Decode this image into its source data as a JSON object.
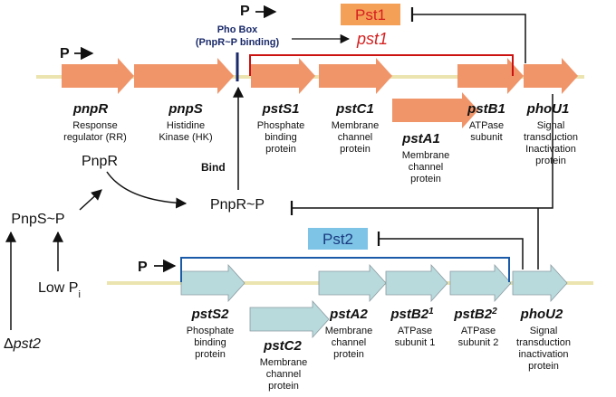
{
  "colors": {
    "operon1_arrow": "#f0956a",
    "operon2_arrow": "#b8dadd",
    "pst1_label_bg": "#f4a057",
    "pst2_label_bg": "#7ec4e6",
    "pst1_text": "#d62020",
    "operon1_span": "#cc1111",
    "operon2_span": "#1a5aa8",
    "phobox_line": "#1a2a6a",
    "phobox_text": "#1a2a6a",
    "dna_line": "#ece4b0"
  },
  "top_operon": {
    "promoter_left": "P",
    "promoter_pst1": "P",
    "pho_box_line1": "Pho Box",
    "pho_box_line2": "(PnpR~P binding)",
    "pst1_label": "Pst1",
    "pst1_italic": "pst1",
    "genes": [
      {
        "name": "pnpR",
        "desc": [
          "Response",
          "regulator (RR)"
        ]
      },
      {
        "name": "pnpS",
        "desc": [
          "Histidine",
          "Kinase (HK)"
        ]
      },
      {
        "name": "pstS1",
        "desc": [
          "Phosphate",
          "binding",
          "protein"
        ]
      },
      {
        "name": "pstC1",
        "desc": [
          "Membrane",
          "channel",
          "protein"
        ]
      },
      {
        "name": "pstA1",
        "desc": [
          "Membrane",
          "channel",
          "protein"
        ]
      },
      {
        "name": "pstB1",
        "desc": [
          "ATPase",
          "subunit"
        ]
      },
      {
        "name": "phoU1",
        "desc": [
          "Signal",
          "transduction",
          "Inactivation",
          "protein"
        ]
      }
    ]
  },
  "regulation": {
    "pnpr": "PnpR",
    "bind": "Bind",
    "pnpr_p": "PnpR~P",
    "pnps_p": "PnpS~P",
    "low_pi_main": "Low P",
    "low_pi_sub": "i",
    "delta_symbol": "Δ",
    "delta_gene": "pst2"
  },
  "bottom_operon": {
    "promoter": "P",
    "pst2_label": "Pst2",
    "genes": [
      {
        "name": "pstS2",
        "sup": "",
        "desc": [
          "Phosphate",
          "binding",
          "protein"
        ]
      },
      {
        "name": "pstC2",
        "sup": "",
        "desc": [
          "Membrane",
          "channel",
          "protein"
        ]
      },
      {
        "name": "pstA2",
        "sup": "",
        "desc": [
          "Membrane",
          "channel",
          "protein"
        ]
      },
      {
        "name": "pstB2",
        "sup": "1",
        "desc": [
          "ATPase",
          "subunit 1"
        ]
      },
      {
        "name": "pstB2",
        "sup": "2",
        "desc": [
          "ATPase",
          "subunit 2"
        ]
      },
      {
        "name": "phoU2",
        "sup": "",
        "desc": [
          "Signal",
          "transduction",
          "inactivation",
          "protein"
        ]
      }
    ]
  }
}
